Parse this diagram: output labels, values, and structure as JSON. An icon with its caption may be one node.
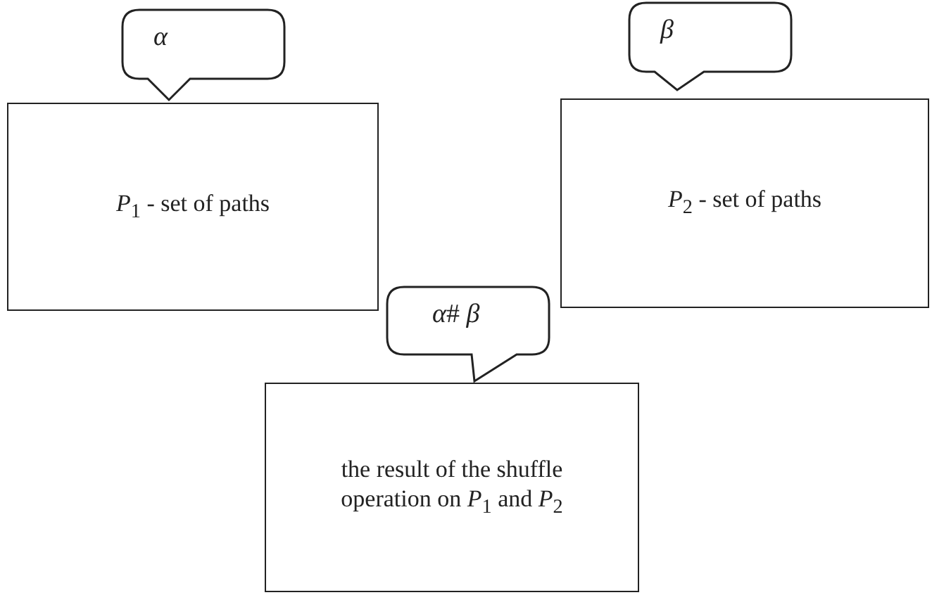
{
  "diagram": {
    "nodes": [
      {
        "text": [
          "*α*"
        ]
      },
      {
        "text": [
          "*β*"
        ]
      },
      {
        "text": [
          "*P*$_{1}$ - set of  paths"
        ]
      },
      {
        "text": [
          "*P*$_{2}$ - set of paths"
        ]
      },
      {
        "text": [
          "*α*# *β*"
        ]
      },
      {
        "text": [
          "the result of the shuffle operation on *P*$_{1}$ and *P*$_{2}$"
        ]
      }
    ]
  }
}
